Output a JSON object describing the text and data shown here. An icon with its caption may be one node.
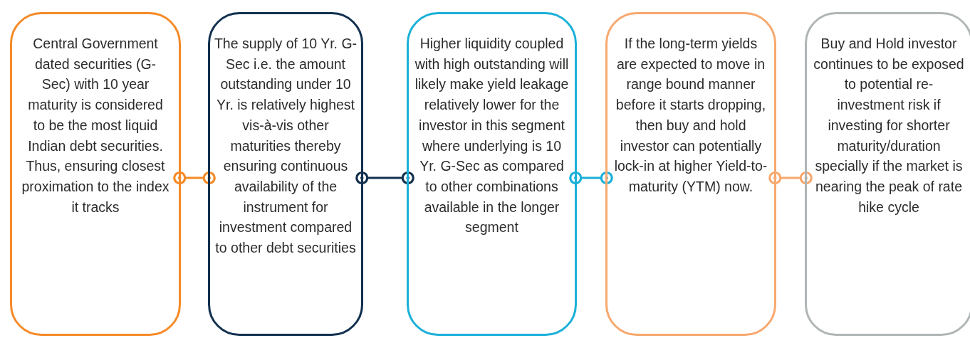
{
  "diagram": {
    "nodes": [
      {
        "text": [
          "Central Government dated securities (G-Sec) with 10 year maturity is considered to be the most liquid Indian debt securities. Thus, ensuring closest proximation to the index it tracks"
        ]
      },
      {
        "text": [
          "The supply of 10 Yr. G-Sec i.e. the amount outstanding under 10 Yr. is relatively highest vis-à-vis other maturities thereby ensuring continuous availability of the instrument for investment compared to other debt securities"
        ]
      },
      {
        "text": [
          "Higher liquidity coupled with high outstanding will likely make yield leakage relatively lower for the investor in this segment where underlying is 10 Yr. G-Sec as compared to other combinations available in the longer segment"
        ]
      },
      {
        "text": [
          "If the long-term yields are expected to move in range bound manner before it starts dropping, then buy and hold investor can potentially lock-in at higher Yield-to-maturity (YTM) now."
        ]
      },
      {
        "text": [
          "Buy and Hold investor continues to be exposed to potential re-investment risk if investing for shorter maturity/duration specially if the market is nearing the peak of rate hike cycle"
        ]
      }
    ],
    "edges": [
      {
        "from": 0,
        "to": 1,
        "arrow": "other",
        "color": "#f58a27"
      },
      {
        "from": 1,
        "to": 2,
        "arrow": "other",
        "color": "#12304f"
      },
      {
        "from": 2,
        "to": 3,
        "arrow": "other",
        "color": "#1ab0d8"
      },
      {
        "from": 3,
        "to": 4,
        "arrow": "other",
        "color": "#f7a86e"
      }
    ]
  }
}
